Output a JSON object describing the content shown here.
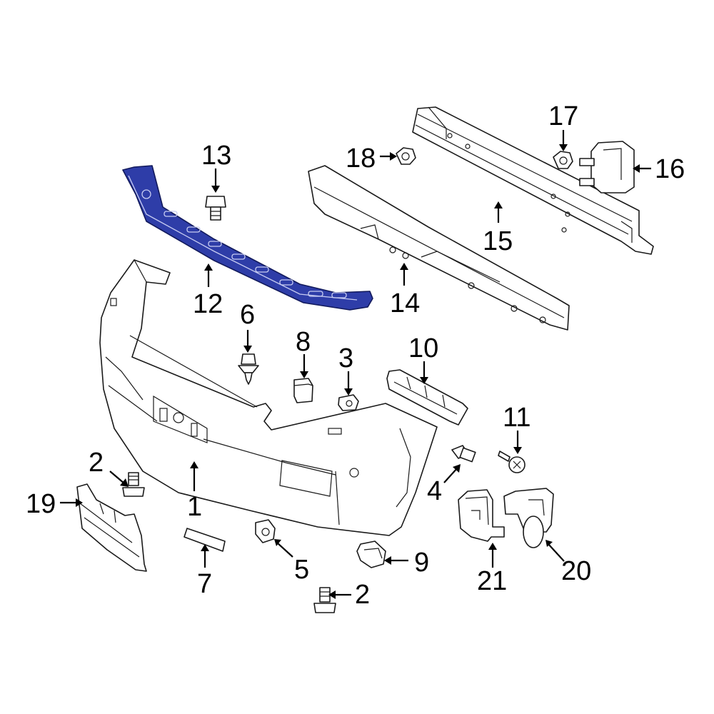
{
  "colors": {
    "highlight": "#2e3da8",
    "line": "#1a1a1a",
    "background": "#ffffff"
  },
  "callouts": {
    "c1": "1",
    "c2a": "2",
    "c2b": "2",
    "c3": "3",
    "c4": "4",
    "c5": "5",
    "c6": "6",
    "c7": "7",
    "c8": "8",
    "c9": "9",
    "c10": "10",
    "c11": "11",
    "c12": "12",
    "c13": "13",
    "c14": "14",
    "c15": "15",
    "c16": "16",
    "c17": "17",
    "c18": "18",
    "c19": "19",
    "c20": "20",
    "c21": "21"
  }
}
